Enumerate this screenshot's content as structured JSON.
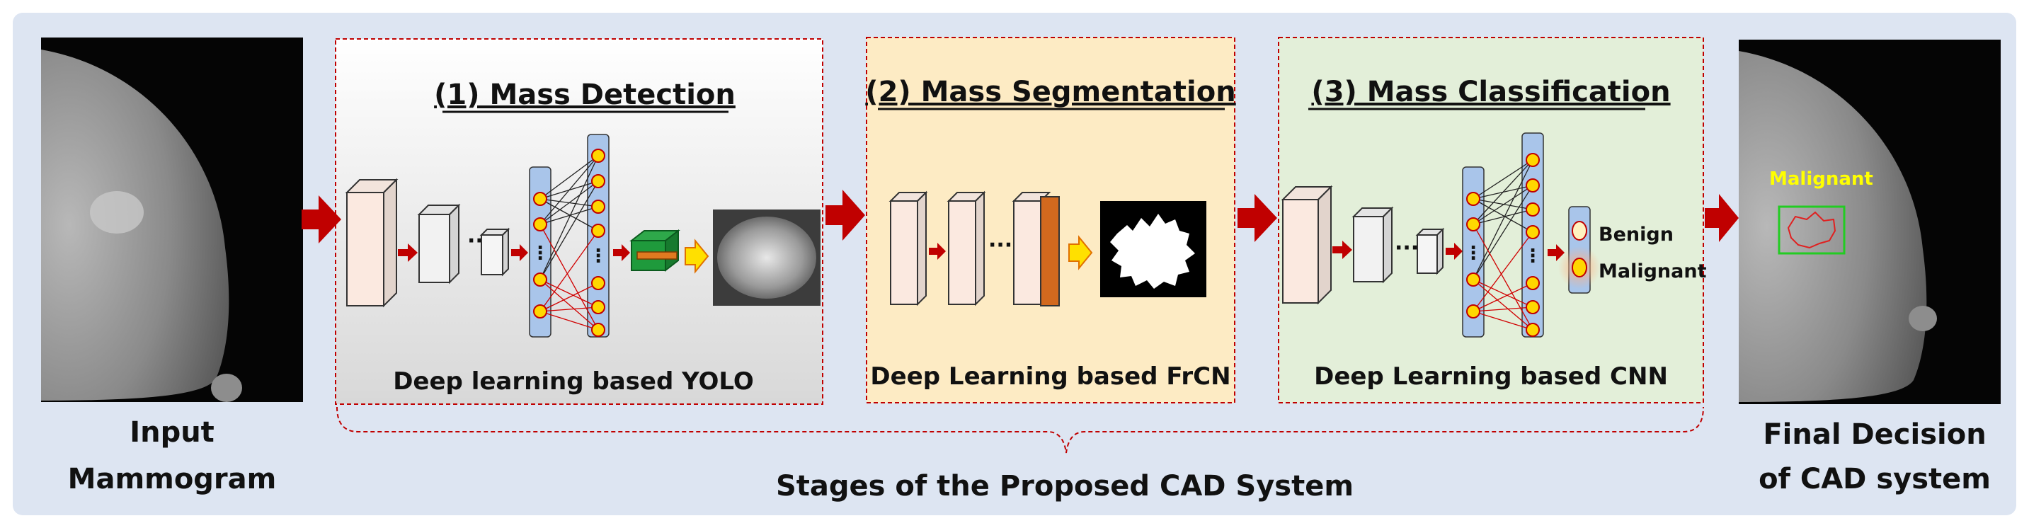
{
  "labels": {
    "input": [
      "Input",
      "Mammogram"
    ],
    "output": [
      "Final Decision",
      "of CAD system"
    ],
    "stages_caption": "Stages of the Proposed CAD System",
    "malignant_tag": "Malignant"
  },
  "stages": [
    {
      "title": "(1) Mass Detection",
      "caption": "Deep learning based YOLO"
    },
    {
      "title": "(2) Mass Segmentation",
      "caption": "Deep Learning based FrCN"
    },
    {
      "title": "(3) Mass Classification",
      "caption": "Deep Learning based CNN"
    }
  ],
  "classes": [
    "Benign",
    "Malignant"
  ],
  "colors": {
    "panel_bg": "#dde5f2",
    "stage1_bg": "#f4f4f4",
    "stage2_bg": "#fdebc4",
    "stage3_bg": "#e3efd9",
    "arrow": "#c00000",
    "border_dash": "#c00000",
    "neuron": "#ffd700",
    "malignant_text": "#ffff00",
    "box_green": "#22cc22"
  }
}
